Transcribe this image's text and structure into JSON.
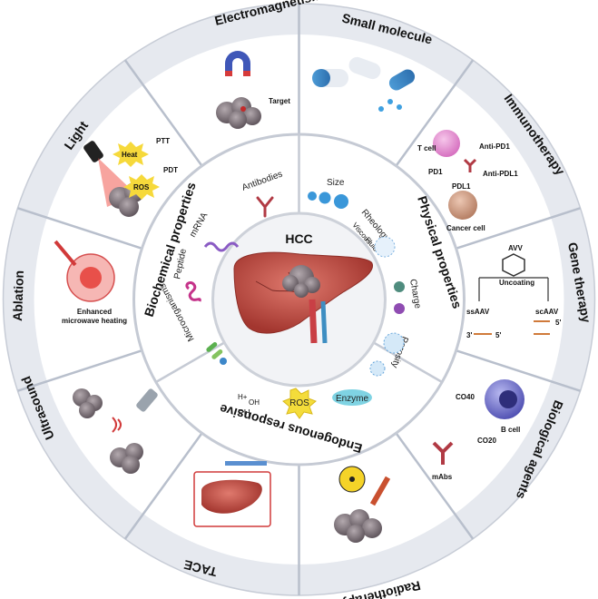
{
  "center": {
    "title": "HCC"
  },
  "outer_ring": {
    "electromagnetism": "Electromagnetism",
    "small_molecule": "Small molecule",
    "immunotherapy": "Immunotherapy",
    "gene_therapy": "Gene therapy",
    "biological_agents": "Biological agents",
    "radiotherapy": "Radiotherapy",
    "tace": "TACE",
    "ultrasound": "Ultrasound",
    "ablation": "Ablation",
    "light": "Light"
  },
  "middle_ring": {
    "biochemical": "Biochemical properties",
    "physical": "Physical properties",
    "endogenous": "Endogenous responsive"
  },
  "inner_items": {
    "antibodies": "Antibodies",
    "mrna": "mRNA",
    "peptide": "Peptide",
    "microorganisms": "Microorganisms",
    "size": "Size",
    "rheology": "Rheology",
    "viscous": "Viscous",
    "fluid": "Fluid",
    "charge": "Charge",
    "porosity": "Porosity",
    "ph": "PH",
    "oh": "OH",
    "h": "H+",
    "ros": "ROS",
    "enzyme": "Enzyme"
  },
  "panel_labels": {
    "target": "Target",
    "ptt": "PTT",
    "heat": "Heat",
    "pdt": "PDT",
    "ros": "ROS",
    "t_cell": "T cell",
    "anti_pd1": "Anti-PD1",
    "pd1": "PD1",
    "anti_pdl1": "Anti-PDL1",
    "pdl1": "PDL1",
    "cancer_cell": "Cancer cell",
    "avv": "AVV",
    "uncoating": "Uncoating",
    "ssaav": "ssAAV",
    "scaav": "scAAV",
    "three_prime": "3'",
    "five_prime": "5'",
    "co40": "CO40",
    "co20": "CO20",
    "b_cell": "B cell",
    "mabs": "mAbs",
    "enhanced1": "Enhanced",
    "enhanced2": "microwave heating"
  },
  "colors": {
    "outer_ring": "#e6e9ef",
    "segment_fill": "#ffffff",
    "inner_ring": "#eceef2",
    "divider": "#c9ced8",
    "liver": "#c4524a",
    "tumor": "#8a7f86"
  }
}
